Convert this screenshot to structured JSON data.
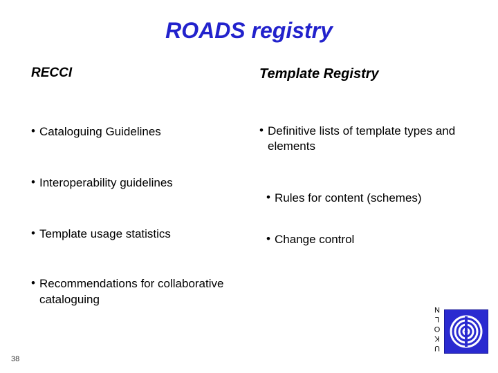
{
  "slide": {
    "title": "ROADS registry",
    "page_number": "38",
    "title_color": "#2222cc",
    "logo": {
      "name": "ukoln-logo",
      "text": "UKOLN",
      "box_color": "#2a2ad0",
      "swirl_color": "#ffffff"
    },
    "columns": [
      {
        "heading": "RECCI",
        "bullets": [
          "Cataloguing Guidelines",
          "Interoperability guidelines",
          "Template usage statistics",
          "Recommendations for collaborative cataloguing"
        ]
      },
      {
        "heading": "Template Registry",
        "bullets": [
          "Definitive lists of template types and elements",
          "Rules for content (schemes)",
          "Change control"
        ]
      }
    ],
    "bullet_char": "•"
  }
}
